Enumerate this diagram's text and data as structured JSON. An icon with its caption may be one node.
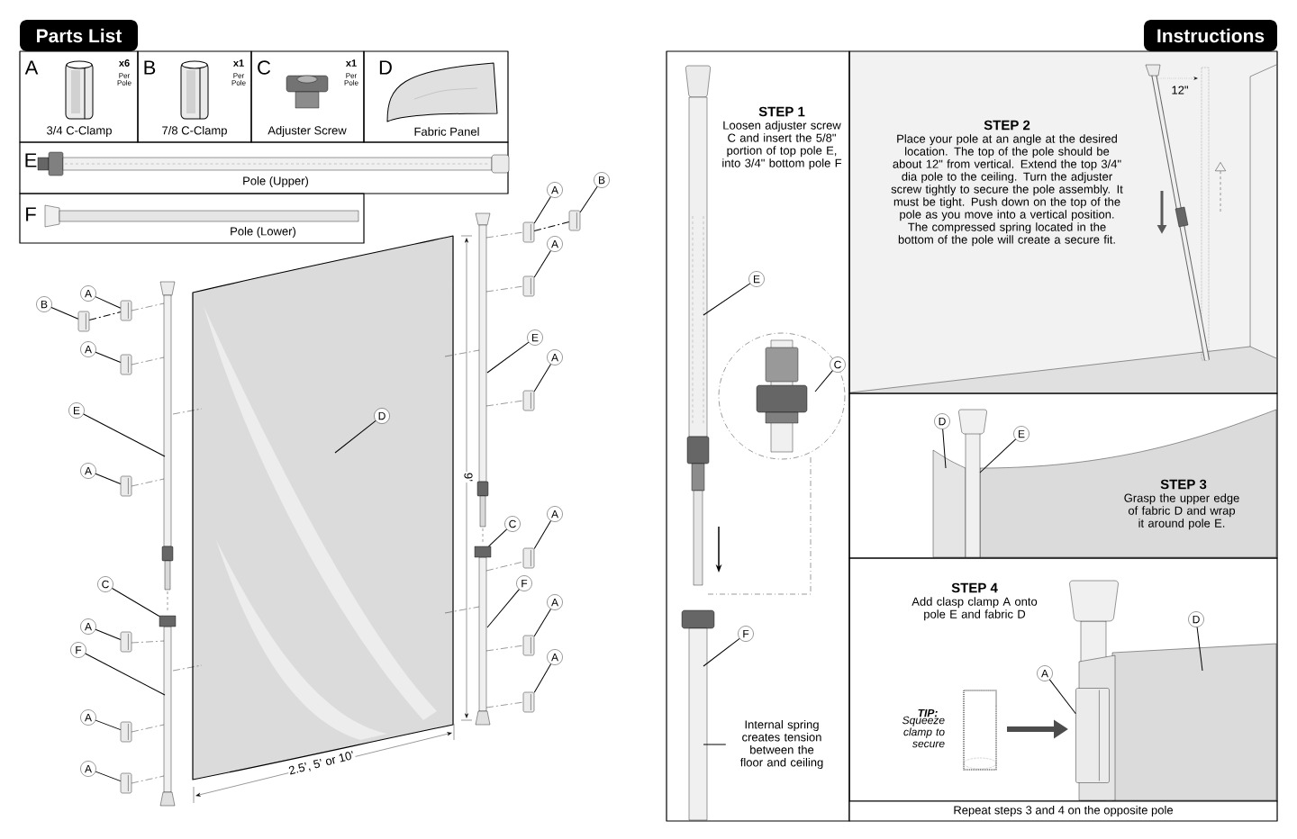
{
  "diagram": {
    "nodes": [
      {
        "text": [
          "Parts List"
        ]
      },
      {
        "text": [
          "A",
          "x6",
          "Per Pole",
          "3/4 C-Clamp"
        ]
      },
      {
        "text": [
          "B",
          "x1",
          "Per Pole",
          "7/8 C-Clamp"
        ]
      },
      {
        "text": [
          "C",
          "x1",
          "Per Pole",
          "Adjuster Screw"
        ]
      },
      {
        "text": [
          "D",
          "Fabric Panel"
        ]
      },
      {
        "text": [
          "E",
          "Pole (Upper)"
        ]
      },
      {
        "text": [
          "F",
          "Pole (Lower)"
        ]
      },
      {
        "text": [
          "A"
        ]
      },
      {
        "text": [
          "B"
        ]
      },
      {
        "text": [
          "A"
        ]
      },
      {
        "text": [
          "E"
        ]
      },
      {
        "text": [
          "A"
        ]
      },
      {
        "text": [
          "C"
        ]
      },
      {
        "text": [
          "A"
        ]
      },
      {
        "text": [
          "F"
        ]
      },
      {
        "text": [
          "A"
        ]
      },
      {
        "text": [
          "A"
        ]
      },
      {
        "text": [
          "D"
        ]
      },
      {
        "text": [
          "B"
        ]
      },
      {
        "text": [
          "A"
        ]
      },
      {
        "text": [
          "A"
        ]
      },
      {
        "text": [
          "E"
        ]
      },
      {
        "text": [
          "A"
        ]
      },
      {
        "text": [
          "A"
        ]
      },
      {
        "text": [
          "C"
        ]
      },
      {
        "text": [
          "F"
        ]
      },
      {
        "text": [
          "A"
        ]
      },
      {
        "text": [
          "A"
        ]
      },
      {
        "text": [
          "Instructions"
        ]
      },
      {
        "text": [
          "STEP 1",
          "Loosen adjuster screw C and insert the 5/8\" portion of top pole E, into 3/4\" bottom pole F"
        ]
      },
      {
        "text": [
          "E"
        ],
        "in": 29
      },
      {
        "text": [
          "C"
        ],
        "in": 29
      },
      {
        "text": [
          "F"
        ],
        "in": 29
      },
      {
        "text": [
          "Internal spring creates tension between the floor and ceiling"
        ],
        "in": 29
      },
      {
        "text": [
          "STEP 2",
          "Place your pole at an angle at the desired location. The top of the pole should be about 12\" from vertical. Extend the top 3/4\" dia pole to the ceiling. Turn the adjuster screw tightly to secure the pole assembly. It must be tight. Push down on the top of the pole as you move into a vertical position. The compressed spring located in the bottom of the pole will create a secure fit."
        ]
      },
      {
        "text": [
          "STEP 3",
          "Grasp the upper edge of fabric D and wrap it around pole E."
        ]
      },
      {
        "text": [
          "D"
        ],
        "in": 35
      },
      {
        "text": [
          "E"
        ],
        "in": 35
      },
      {
        "text": [
          "STEP 4",
          "Add clasp clamp A onto pole E and fabric D"
        ]
      },
      {
        "text": [
          "A"
        ],
        "in": 38
      },
      {
        "text": [
          "D"
        ],
        "in": 38
      },
      {
        "text": [
          "Repeat steps 3 and 4 on the opposite pole"
        ]
      },
      {
        "text": [],
        "shape": "picture"
      },
      {
        "text": [],
        "shape": "picture"
      },
      {
        "text": [],
        "shape": "picture"
      },
      {
        "text": [],
        "shape": "picture"
      },
      {
        "text": [],
        "shape": "picture"
      },
      {
        "text": [],
        "shape": "picture"
      },
      {
        "text": [],
        "shape": "picture"
      },
      {
        "text": [],
        "shape": "picture"
      },
      {
        "text": [],
        "shape": "picture"
      },
      {
        "text": [],
        "shape": "picture"
      },
      {
        "text": [],
        "shape": "picture"
      },
      {
        "text": [],
        "shape": "picture"
      },
      {
        "text": [],
        "shape": "picture"
      },
      {
        "text": [],
        "shape": "picture"
      },
      {
        "text": [],
        "shape": "picture",
        "in": 38
      },
      {
        "text": [],
        "shape": "box"
      },
      {
        "text": [],
        "shape": "box"
      }
    ],
    "edges": [
      {
        "from": 7,
        "to": 42,
        "arrow": "none"
      },
      {
        "from": 8,
        "to": 43,
        "arrow": "none"
      },
      {
        "from": 9,
        "to": 44,
        "arrow": "none"
      },
      {
        "from": 10,
        "to": null,
        "arrow": "none"
      },
      {
        "from": 11,
        "to": 45,
        "arrow": "none"
      },
      {
        "from": 12,
        "to": 57,
        "arrow": "none"
      },
      {
        "from": 13,
        "to": 46,
        "arrow": "none"
      },
      {
        "from": 14,
        "to": null,
        "arrow": "none"
      },
      {
        "from": 15,
        "to": 47,
        "arrow": "none"
      },
      {
        "from": 16,
        "to": 48,
        "arrow": "none"
      },
      {
        "from": 17,
        "to": null,
        "arrow": "none"
      },
      {
        "from": 18,
        "to": 49,
        "arrow": "none"
      },
      {
        "from": 19,
        "to": 50,
        "arrow": "none"
      },
      {
        "from": 20,
        "to": 51,
        "arrow": "none"
      },
      {
        "from": 21,
        "to": null,
        "arrow": "none"
      },
      {
        "from": 22,
        "to": 52,
        "arrow": "none"
      },
      {
        "from": 23,
        "to": 53,
        "arrow": "none"
      },
      {
        "from": 24,
        "to": 58,
        "arrow": "none"
      },
      {
        "from": 25,
        "to": null,
        "arrow": "none"
      },
      {
        "from": 26,
        "to": 54,
        "arrow": "none"
      },
      {
        "from": 27,
        "to": 55,
        "arrow": "none"
      },
      {
        "from": 30,
        "to": null,
        "arrow": "none"
      },
      {
        "from": 31,
        "to": null,
        "arrow": "none"
      },
      {
        "from": 32,
        "to": null,
        "arrow": "none"
      },
      {
        "from": 33,
        "to": null,
        "arrow": "none"
      },
      {
        "from": 36,
        "to": null,
        "arrow": "none"
      },
      {
        "from": 37,
        "to": null,
        "arrow": "none"
      },
      {
        "from": 39,
        "to": 56,
        "arrow": "none"
      },
      {
        "from": 40,
        "to": null,
        "arrow": "none"
      },
      {
        "from": 43,
        "to": 42,
        "arrow": "none",
        "style": "dashed"
      },
      {
        "from": 49,
        "to": 50,
        "arrow": "none",
        "style": "dashed"
      }
    ],
    "labels": [
      "9’",
      "2.5’, 5’ or 10’",
      "12\"",
      "TIP:",
      "Squeeze clamp to secure"
    ]
  }
}
